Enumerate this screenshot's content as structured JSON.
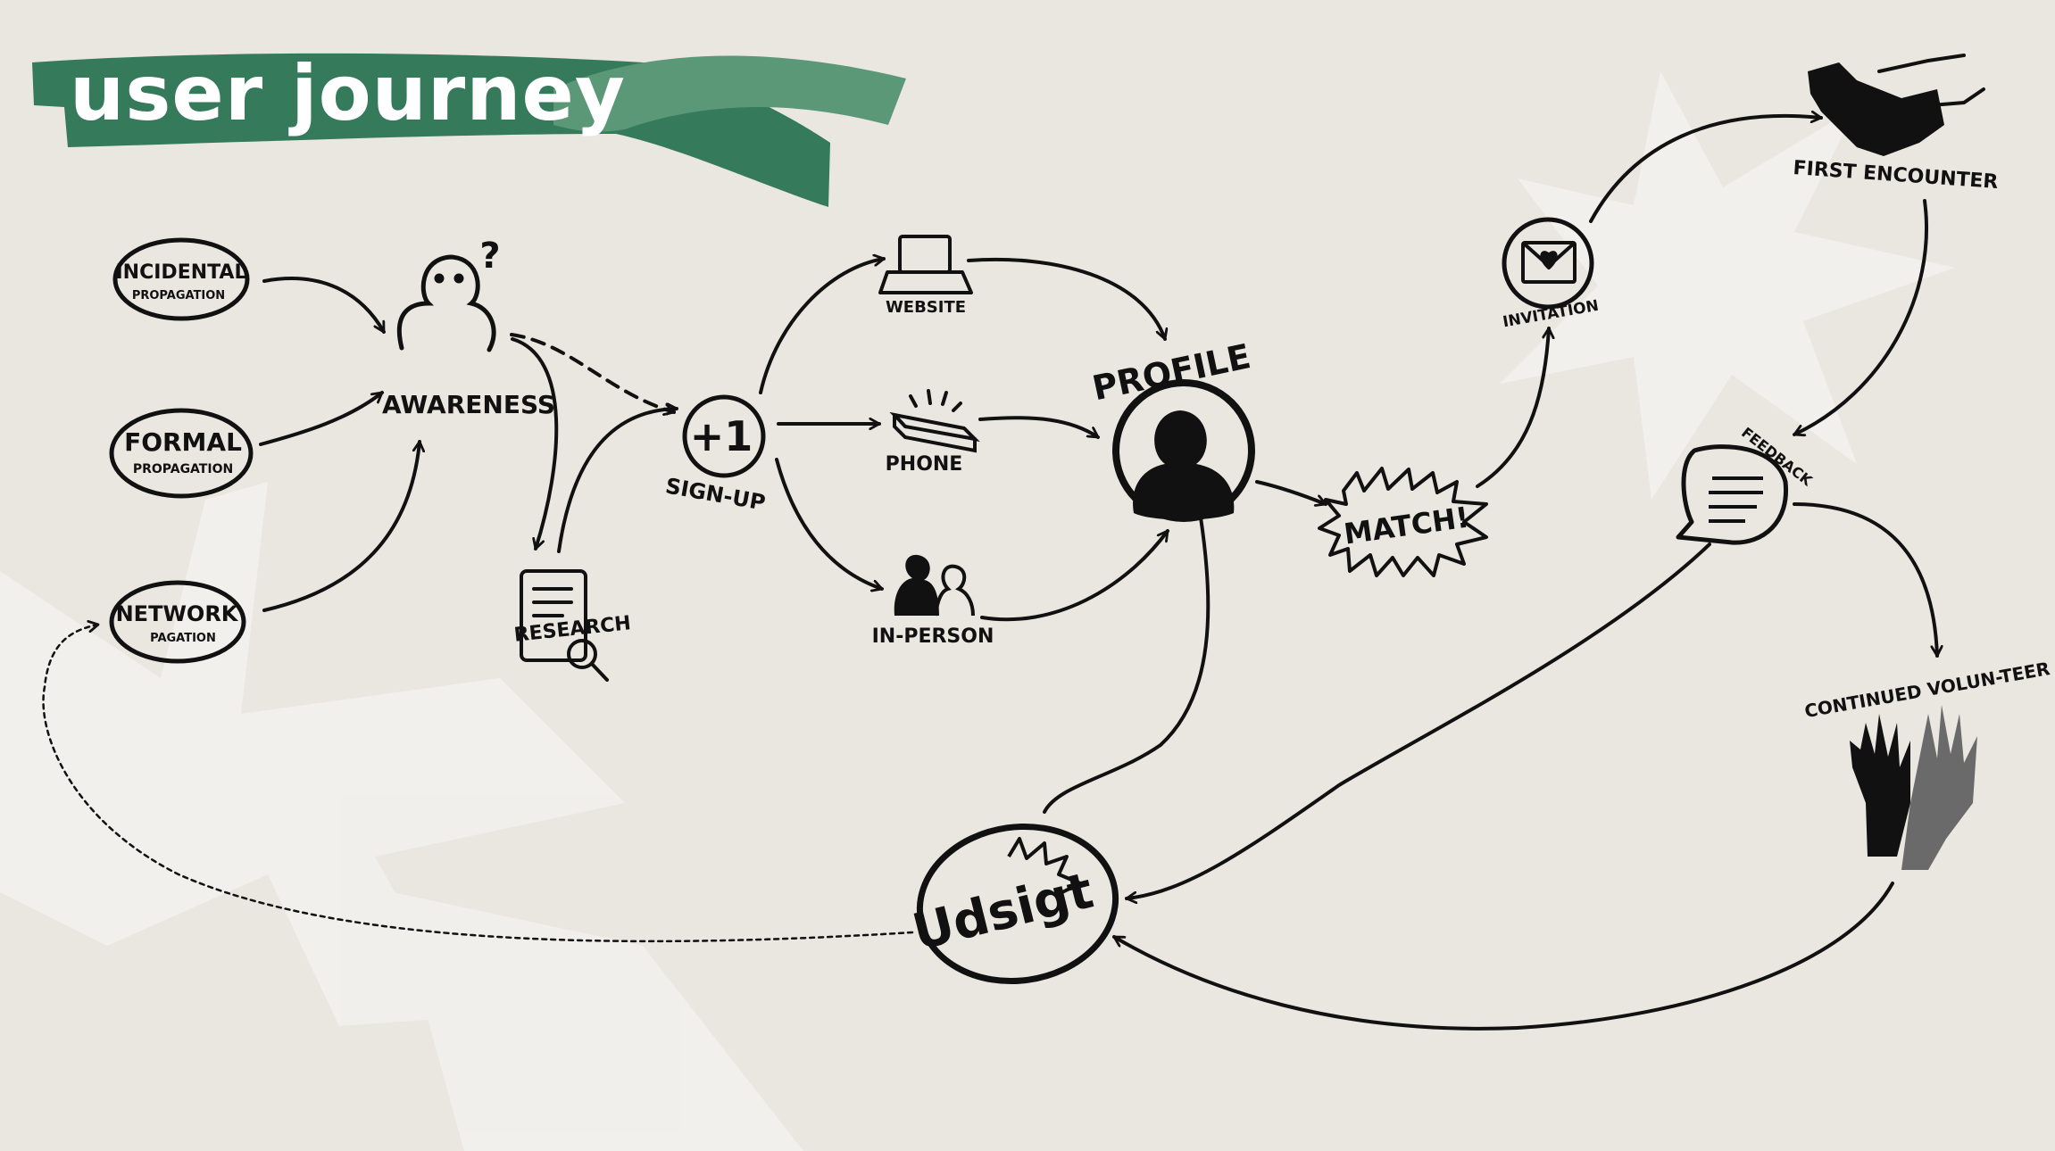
{
  "title": "user journey",
  "colors": {
    "background": "#eae7e1",
    "brand_green": "#357a5a",
    "brand_green_light": "#4e8f6f",
    "ink": "#111111",
    "watermark": "#f2f0ec"
  },
  "nodes": {
    "incidental": {
      "label": "INCIDENTAL",
      "sub": "PROPAGATION"
    },
    "formal": {
      "label": "FORMAL",
      "sub": "PROPAGATION"
    },
    "network": {
      "label": "NETWORK",
      "sub": "PAGATION"
    },
    "awareness": {
      "label": "AWARENESS",
      "mark": "?"
    },
    "research": {
      "label": "RESEARCH"
    },
    "signup": {
      "label": "SIGN-UP",
      "badge": "+1"
    },
    "website": {
      "label": "WEBSITE"
    },
    "phone": {
      "label": "PHONE"
    },
    "inperson": {
      "label": "IN-PERSON"
    },
    "profile": {
      "label": "PROFILE"
    },
    "match": {
      "label": "MATCH!"
    },
    "invitation": {
      "label": "INVITATION"
    },
    "first_encounter": {
      "label": "FIRST ENCOUNTER"
    },
    "feedback": {
      "label": "FEEDBACK"
    },
    "continued": {
      "label": "CONTINUED VOLUN-TEER"
    },
    "udsigt": {
      "label": "Udsigt"
    }
  },
  "icons": {
    "awareness": "person-question-icon",
    "research": "document-magnifier-icon",
    "website": "laptop-icon",
    "phone": "phone-icon",
    "inperson": "people-icon",
    "profile": "profile-avatar-icon",
    "invitation": "envelope-heart-icon",
    "first_encounter": "handshake-icon",
    "feedback": "speech-bubble-icon",
    "continued": "raised-hands-icon",
    "udsigt": "burst-icon"
  }
}
